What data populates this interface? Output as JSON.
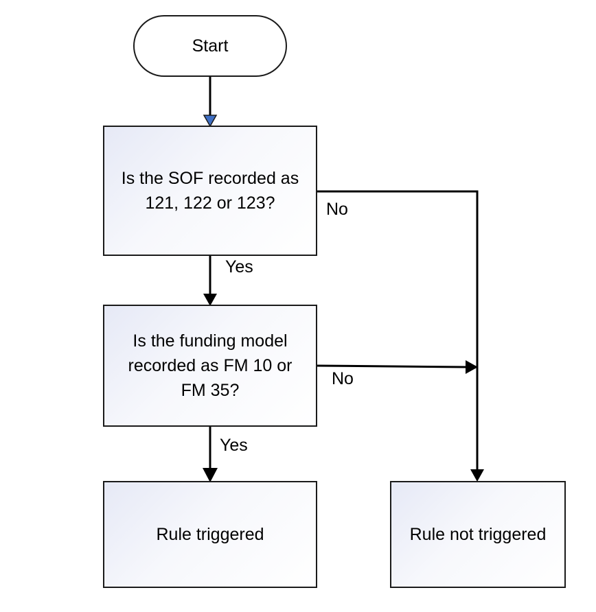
{
  "nodes": {
    "start": "Start",
    "decision_sof": "Is the SOF recorded as 121, 122 or 123?",
    "decision_fm": "Is the funding model recorded as FM 10 or FM 35?",
    "outcome_triggered": "Rule triggered",
    "outcome_not_triggered": "Rule not triggered"
  },
  "edges": {
    "sof_no": "No",
    "sof_yes": "Yes",
    "fm_no": "No",
    "fm_yes": "Yes"
  },
  "colors": {
    "line": "#000000",
    "start_arrow_fill": "#3f6fc4",
    "box_border": "#1a1a1a",
    "box_gradient_start": "#e6e9f6"
  }
}
